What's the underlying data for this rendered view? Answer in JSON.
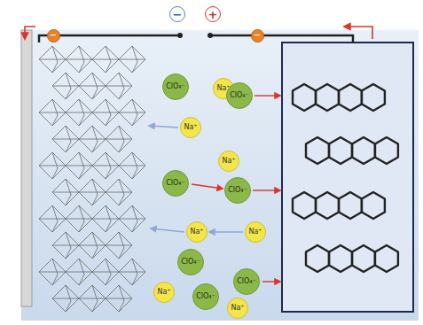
{
  "diagram": {
    "nodes": [
      {
        "text": [
          "−"
        ]
      },
      {
        "text": [
          "+"
        ]
      },
      {
        "text": [
          "−"
        ]
      },
      {
        "text": [
          "−"
        ]
      },
      {
        "text": [
          "ClO₄⁻"
        ]
      },
      {
        "text": [
          "Na⁺"
        ]
      },
      {
        "text": [
          "ClO₄⁻"
        ]
      },
      {
        "text": [
          "Na⁺"
        ]
      },
      {
        "text": [
          "Na⁺"
        ]
      },
      {
        "text": [
          "ClO₄⁻"
        ]
      },
      {
        "text": [
          "ClO₄⁻"
        ]
      },
      {
        "text": [
          "Na⁺"
        ]
      },
      {
        "text": [
          "Na⁺"
        ]
      },
      {
        "text": [
          "ClO₄⁻"
        ]
      },
      {
        "text": [
          "ClO₄⁻"
        ]
      },
      {
        "text": [
          "Na⁺"
        ]
      },
      {
        "text": [
          "ClO₄⁻"
        ]
      },
      {
        "text": [
          "Na⁺"
        ]
      }
    ]
  }
}
